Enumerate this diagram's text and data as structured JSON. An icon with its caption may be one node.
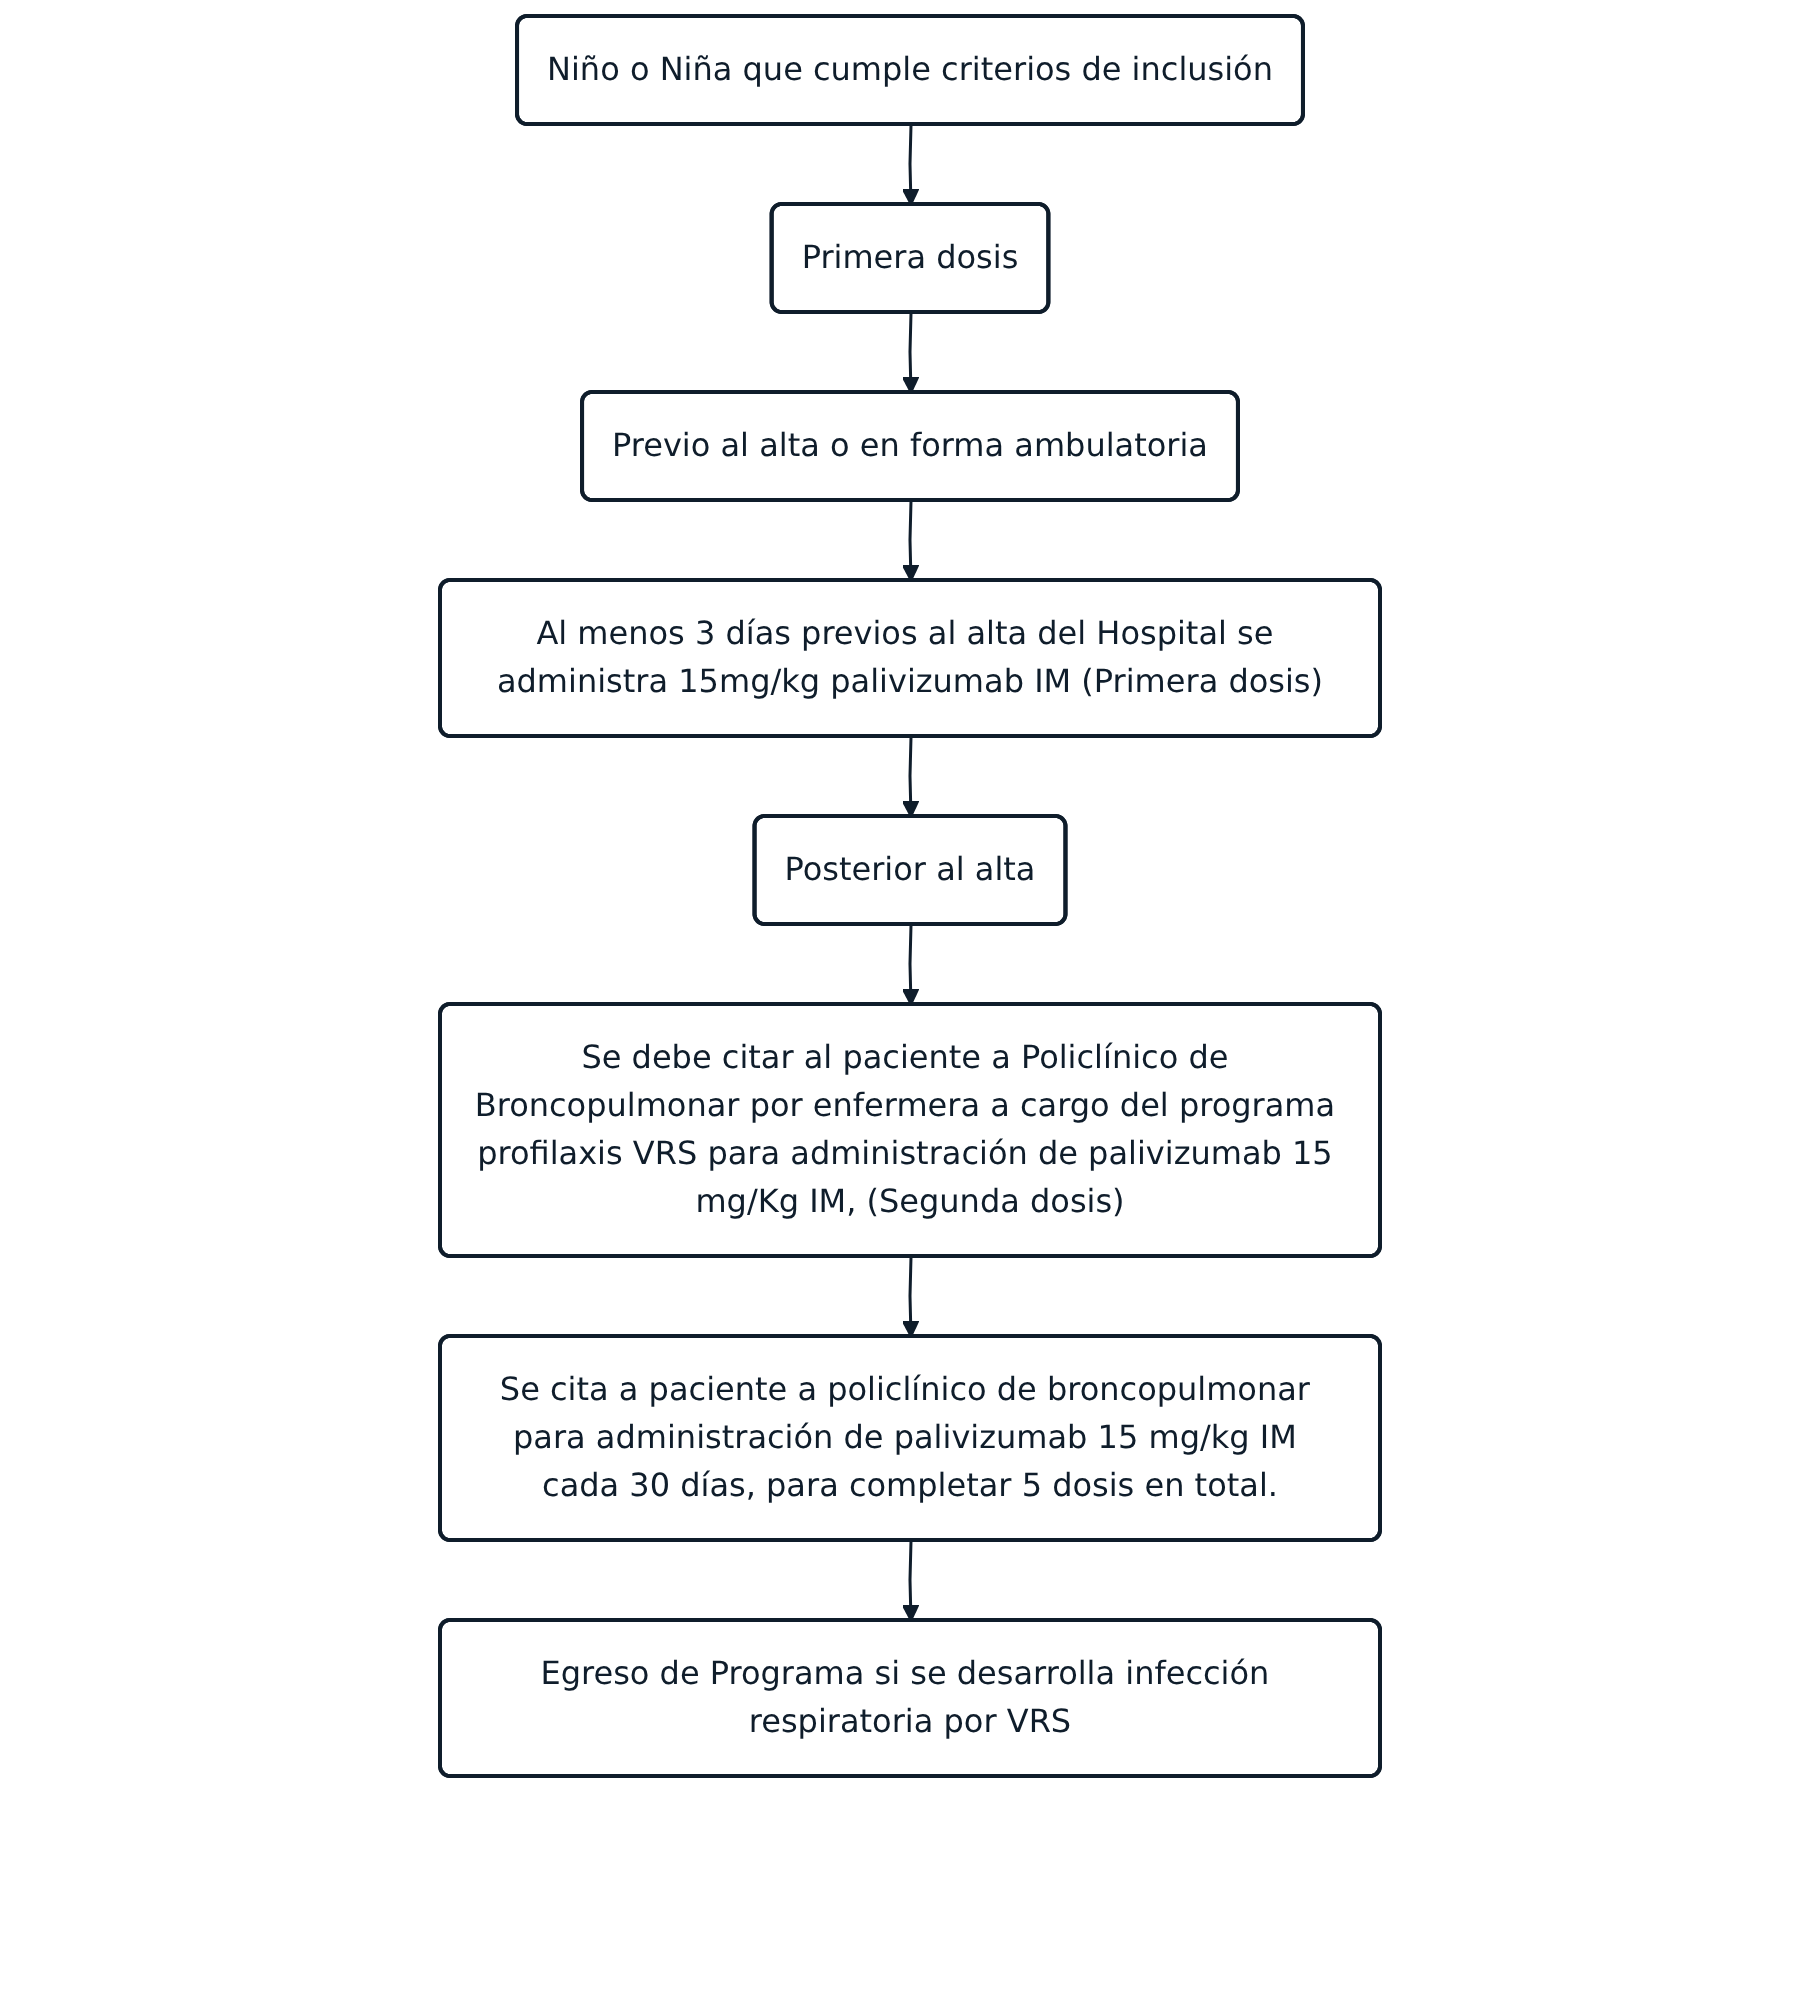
{
  "diagram": {
    "nodes": [
      {
        "text": [
          "Niño o Niña que cumple criterios de inclusión"
        ]
      },
      {
        "text": [
          "Primera dosis"
        ]
      },
      {
        "text": [
          "Previo al alta o en forma ambulatoria"
        ]
      },
      {
        "text": [
          "Al menos 3 días previos al alta del Hospital se administra 15mg/kg palivizumab IM (Primera dosis)"
        ]
      },
      {
        "text": [
          "Posterior al alta"
        ]
      },
      {
        "text": [
          "Se debe citar al paciente a Policlínico de Broncopulmonar por enfermera a cargo del programa profilaxis VRS para administración de palivizumab 15 mg/Kg IM, (Segunda dosis)"
        ]
      },
      {
        "text": [
          "Se cita a paciente a policlínico de broncopulmonar para administración de palivizumab 15 mg/kg IM cada 30 días, para completar 5 dosis en total."
        ]
      },
      {
        "text": [
          "Egreso de Programa si se desarrolla infección respiratoria por VRS"
        ]
      }
    ],
    "edges": [
      {
        "from": 0,
        "to": 1,
        "arrow": "to"
      },
      {
        "from": 1,
        "to": 2,
        "arrow": "to"
      },
      {
        "from": 2,
        "to": 3,
        "arrow": "to"
      },
      {
        "from": 3,
        "to": 4,
        "arrow": "to"
      },
      {
        "from": 4,
        "to": 5,
        "arrow": "to"
      },
      {
        "from": 5,
        "to": 6,
        "arrow": "to"
      },
      {
        "from": 6,
        "to": 7,
        "arrow": "to"
      }
    ]
  }
}
